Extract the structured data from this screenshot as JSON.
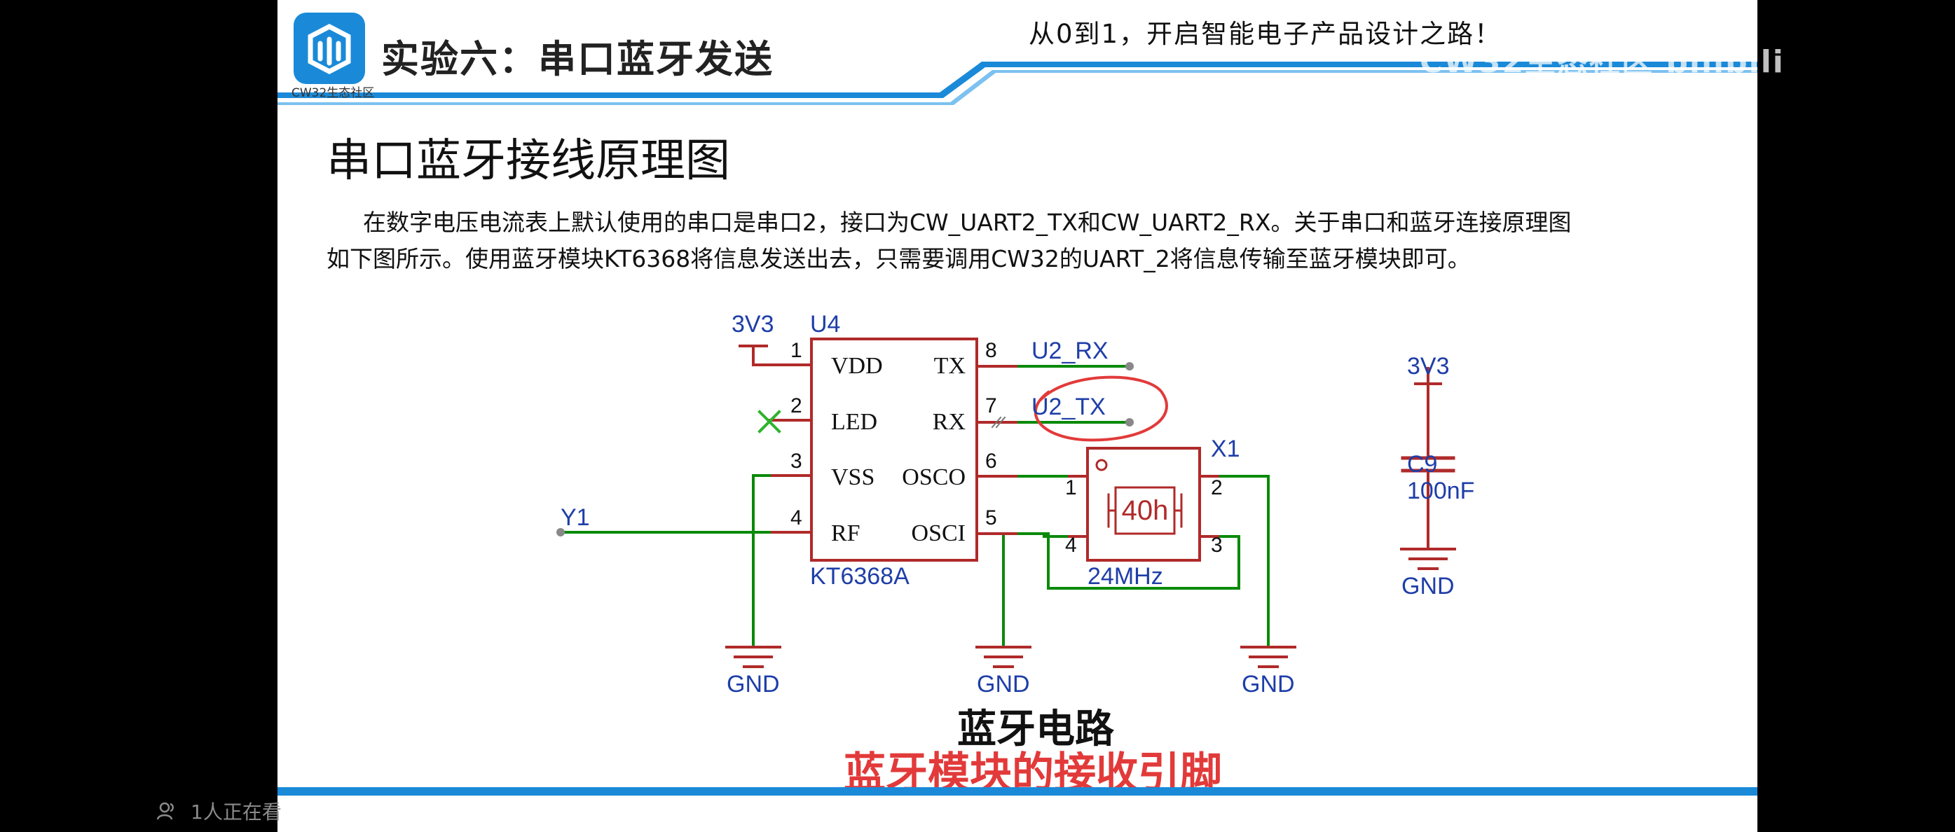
{
  "header": {
    "logo_caption": "CW32生态社区",
    "title": "实验六：串口蓝牙发送",
    "slogan": "从0到1，开启智能电子产品设计之路！",
    "watermark": "CW32生态社区 bilibili"
  },
  "section": {
    "title": "串口蓝牙接线原理图",
    "intro_line1": "在数字电压电流表上默认使用的串口是串口2，接口为CW_UART2_TX和CW_UART2_RX。关于串口和蓝牙连接原理图",
    "intro_line2": "如下图所示。使用蓝牙模块KT6368将信息发送出去，只需要调用CW32的UART_2将信息传输至蓝牙模块即可。"
  },
  "schematic": {
    "ic_ref": "U4",
    "ic_part": "KT6368A",
    "power_left": "3V3",
    "power_right": "3V3",
    "pins_left": [
      {
        "num": "1",
        "name": "VDD"
      },
      {
        "num": "2",
        "name": "LED"
      },
      {
        "num": "3",
        "name": "VSS"
      },
      {
        "num": "4",
        "name": "RF"
      }
    ],
    "pins_right": [
      {
        "num": "8",
        "name": "TX"
      },
      {
        "num": "7",
        "name": "RX"
      },
      {
        "num": "6",
        "name": "OSCO"
      },
      {
        "num": "5",
        "name": "OSCI"
      }
    ],
    "net_u2_rx": "U2_RX",
    "net_u2_tx": "U2_TX",
    "net_y1": "Y1",
    "crystal_ref": "X1",
    "crystal_value": "24MHz",
    "crystal_mark": "40h",
    "crystal_pins": [
      "1",
      "2",
      "3",
      "4"
    ],
    "cap_ref": "C9",
    "cap_value": "100nF",
    "gnd_labels": [
      "GND",
      "GND",
      "GND",
      "GND"
    ]
  },
  "caption": {
    "title": "蓝牙电路",
    "annotation": "蓝牙模块的接收引脚"
  },
  "overlay": {
    "viewer_count": "1人正在看"
  },
  "colors": {
    "accent_blue": "#1a8ad8",
    "wire_green": "#0a8a0a",
    "component_red": "#b02a2a",
    "net_label_blue": "#1e3ea8",
    "annotation_red": "#e23a3a"
  }
}
